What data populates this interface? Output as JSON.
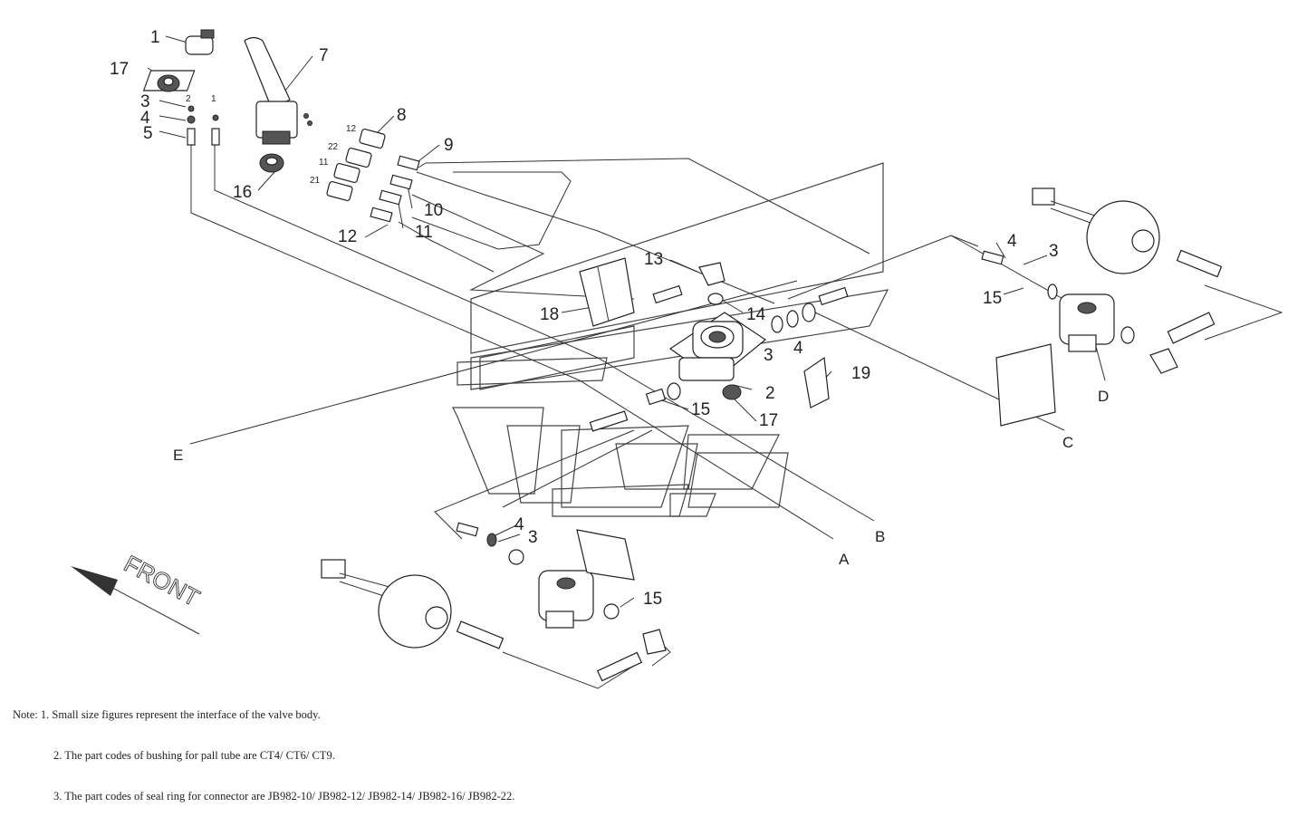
{
  "callouts": {
    "c1": "1",
    "c2": "2",
    "c3": "3",
    "c4": "4",
    "c5": "5",
    "c7": "7",
    "c8": "8",
    "c9": "9",
    "c10": "10",
    "c11": "11",
    "c12": "12",
    "c13": "13",
    "c14": "14",
    "c15": "15",
    "c16": "16",
    "c17": "17",
    "c18": "18",
    "c19": "19"
  },
  "port_labels": {
    "p2": "2",
    "p1": "1",
    "p12": "12",
    "p22": "22",
    "p11": "11",
    "p21": "21"
  },
  "line_letters": {
    "A": "A",
    "B": "B",
    "C": "C",
    "D": "D",
    "E": "E"
  },
  "front_label": "FRONT",
  "notes": {
    "line1": "Note: 1. Small size figures represent the interface of the valve body.",
    "line2": "2. The part codes of bushing for pall tube are CT4/ CT6/ CT9.",
    "line3": "3. The part codes of seal ring for connector are JB982-10/ JB982-12/ JB982-14/ JB982-16/ JB982-22."
  },
  "icons": [
    "front-arrow-icon",
    "watermark-logo-icon"
  ]
}
